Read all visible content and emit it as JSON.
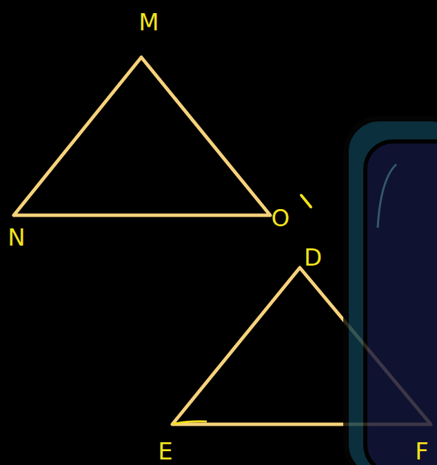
{
  "diagram": {
    "labels": [
      "M",
      "N",
      "O",
      "D",
      "E",
      "F"
    ]
  }
}
